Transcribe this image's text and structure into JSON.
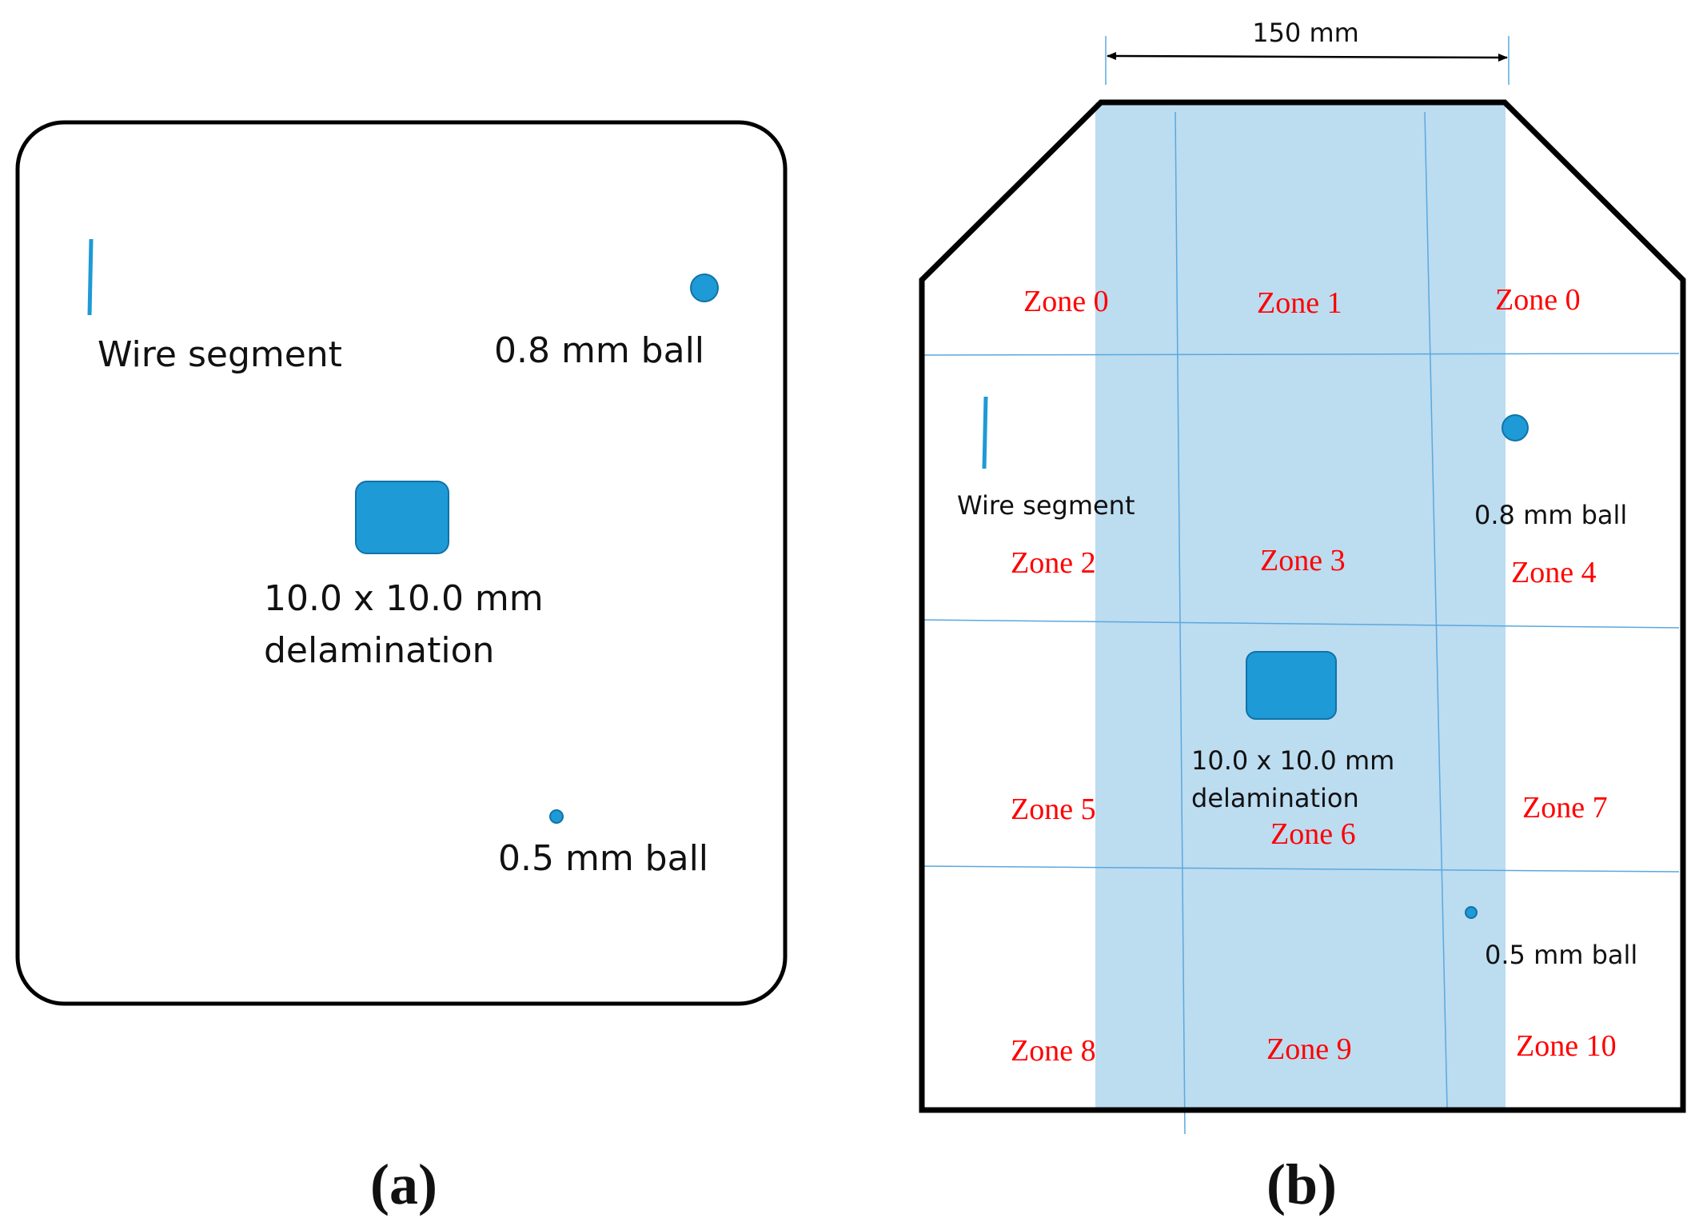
{
  "colors": {
    "marker": "#1e9ad6",
    "marker_stroke": "#1172a8",
    "scan_band": "#bcdcf0",
    "grid_line": "#5aa8de",
    "zone_text": "#ff0000",
    "outline": "#000000"
  },
  "panel_a": {
    "label": "(a)",
    "wire_label": "Wire segment",
    "ball_large_label": "0.8 mm ball",
    "delam_line1": "10.0 x 10.0 mm",
    "delam_line2": "delamination",
    "ball_small_label": "0.5 mm ball"
  },
  "panel_b": {
    "label": "(b)",
    "dimension": "150 mm",
    "wire_label": "Wire segment",
    "ball_large_label": "0.8 mm ball",
    "delam_line1": "10.0 x 10.0 mm",
    "delam_line2": "delamination",
    "ball_small_label": "0.5 mm ball",
    "zones": {
      "z0_left": "Zone 0",
      "z1": "Zone 1",
      "z0_right": "Zone 0",
      "z2": "Zone 2",
      "z3": "Zone 3",
      "z4": "Zone 4",
      "z5": "Zone 5",
      "z6": "Zone 6",
      "z7": "Zone 7",
      "z8": "Zone 8",
      "z9": "Zone 9",
      "z10": "Zone 10"
    }
  }
}
